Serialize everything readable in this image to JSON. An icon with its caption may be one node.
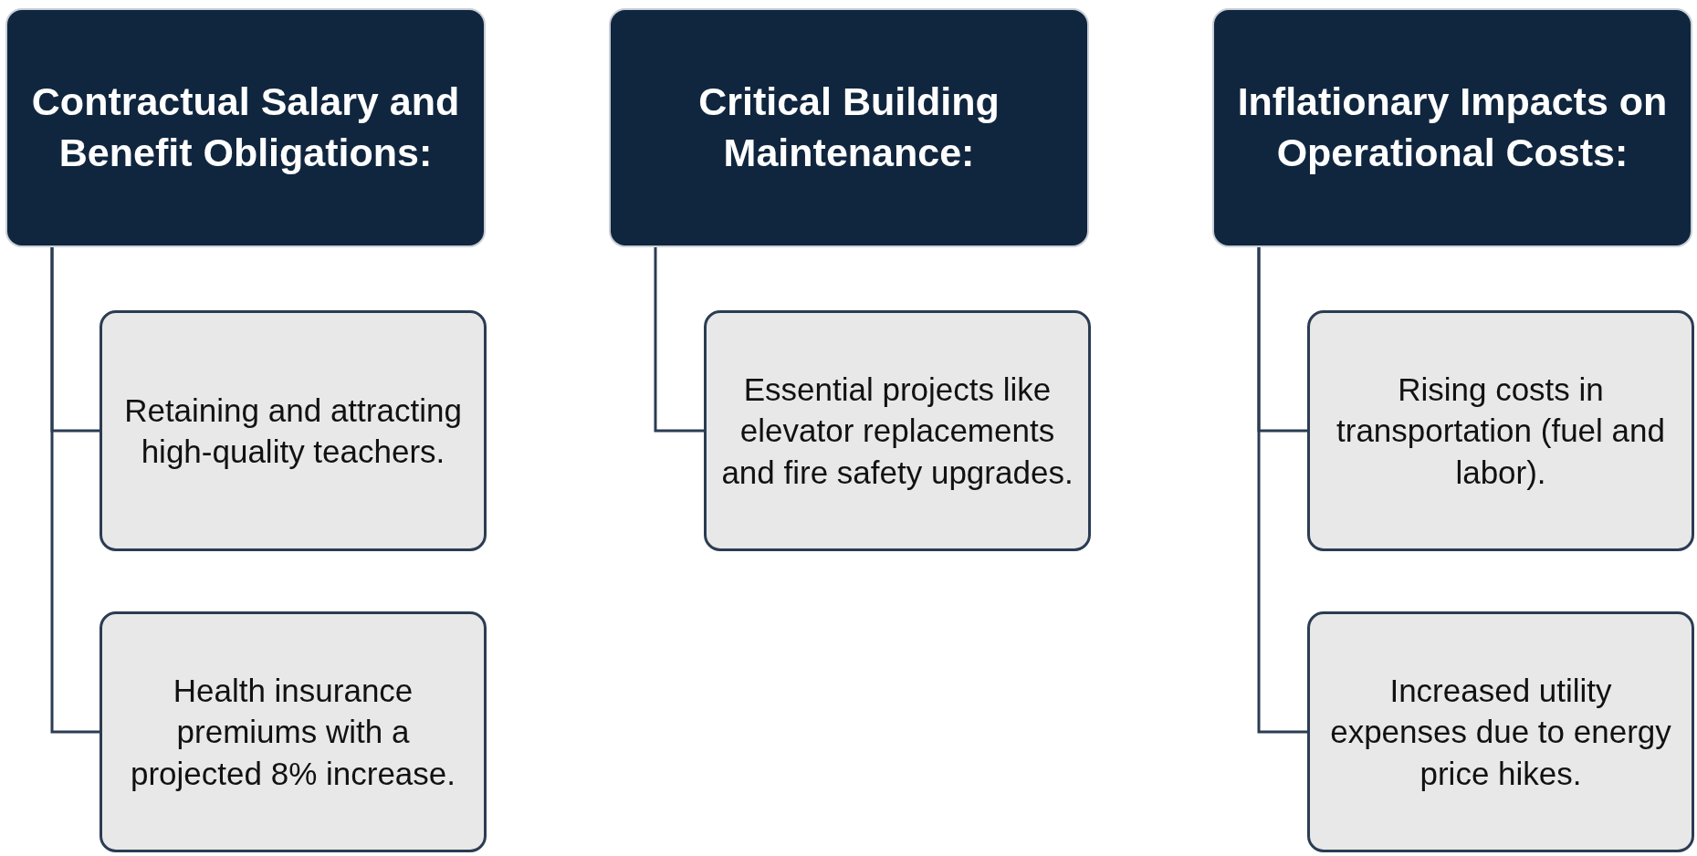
{
  "diagram": {
    "nodes": [
      {
        "text": [
          "Contractual Salary and Benefit Obligations:"
        ]
      },
      {
        "text": [
          "Retaining and attracting high-quality teachers."
        ]
      },
      {
        "text": [
          "Health insurance premiums with a projected 8% increase."
        ]
      },
      {
        "text": [
          "Critical Building Maintenance:"
        ]
      },
      {
        "text": [
          "Essential projects like elevator replacements and fire safety upgrades."
        ]
      },
      {
        "text": [
          "Inflationary Impacts on Operational Costs:"
        ]
      },
      {
        "text": [
          "Rising costs in transportation (fuel and labor)."
        ]
      },
      {
        "text": [
          "Increased utility expenses due to energy price hikes."
        ]
      }
    ],
    "edges": [
      {
        "from": 0,
        "to": 1,
        "arrow": "none"
      },
      {
        "from": 0,
        "to": 2,
        "arrow": "none"
      },
      {
        "from": 3,
        "to": 4,
        "arrow": "none"
      },
      {
        "from": 5,
        "to": 6,
        "arrow": "none"
      },
      {
        "from": 5,
        "to": 7,
        "arrow": "none"
      }
    ]
  }
}
